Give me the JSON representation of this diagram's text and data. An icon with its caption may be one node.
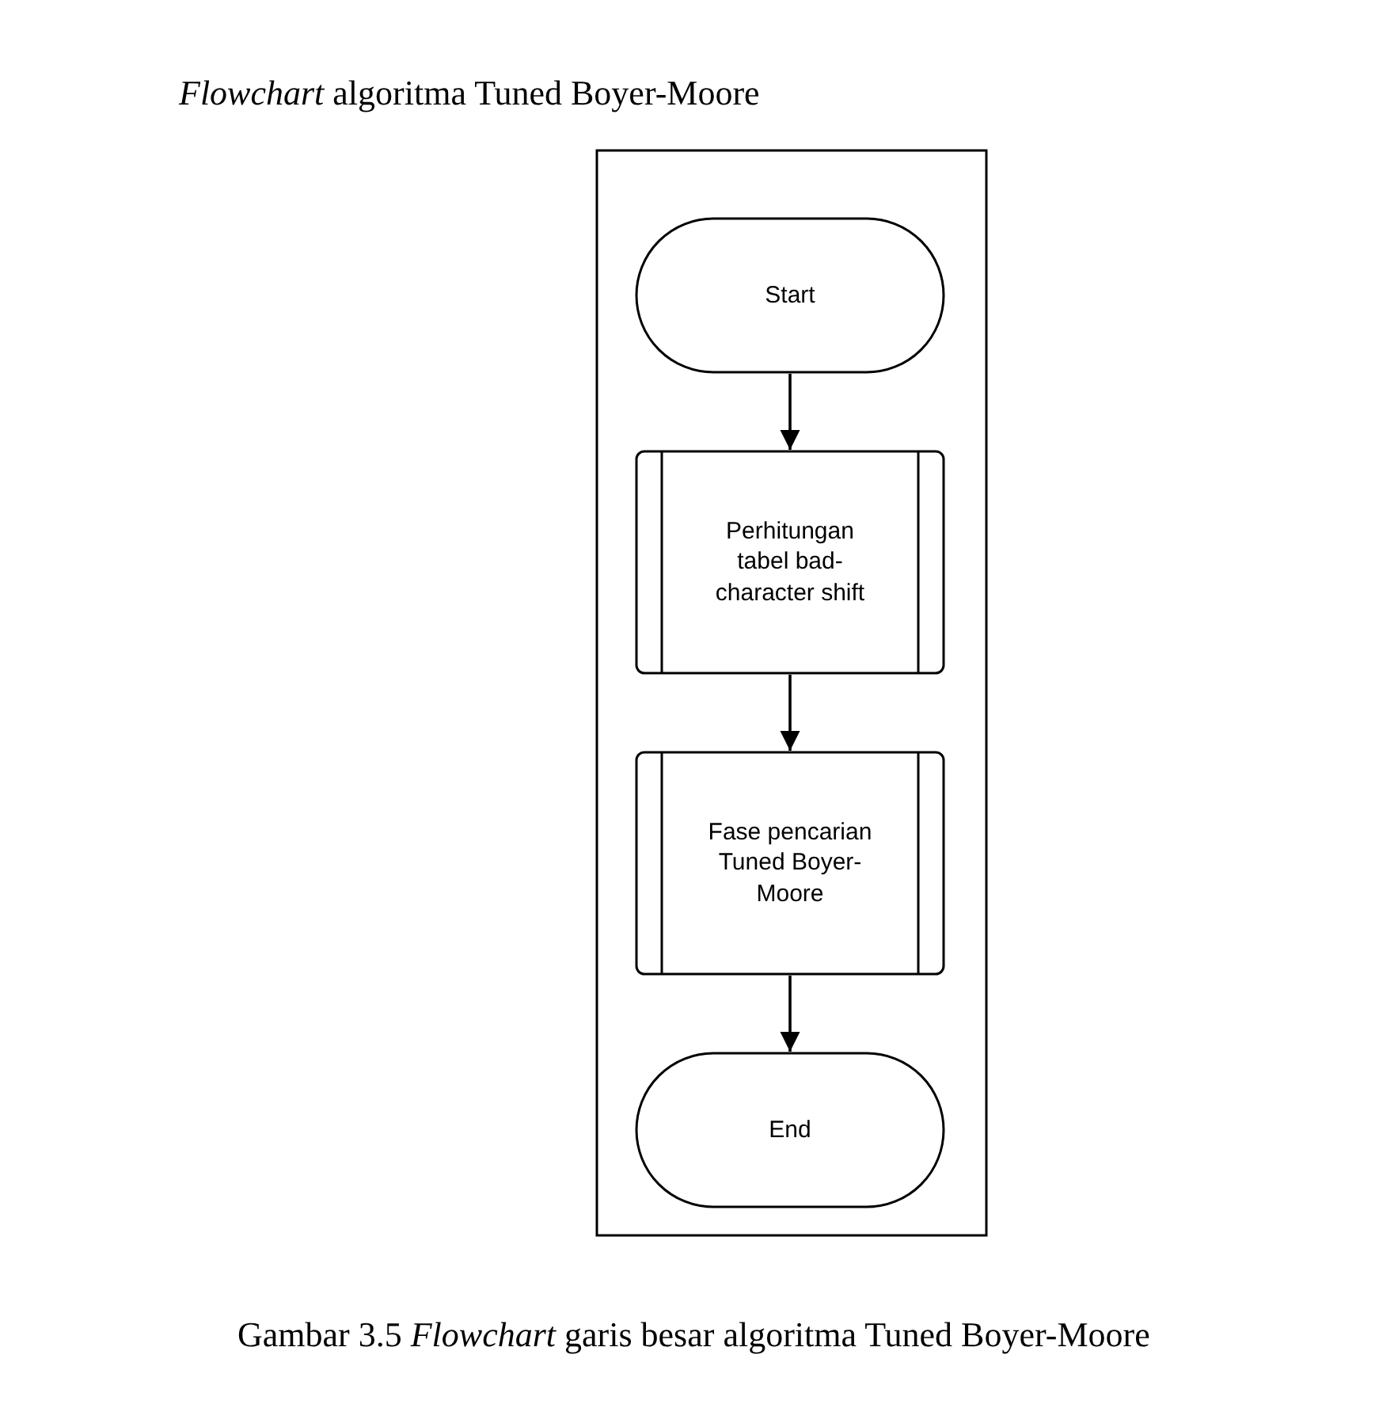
{
  "diagram": {
    "title": "*Flowchart* algoritma Tuned Boyer-Moore",
    "caption": "Gambar 3.5 *Flowchart* garis besar algoritma Tuned Boyer-Moore",
    "nodes": [
      {
        "text": [
          "Start"
        ]
      },
      {
        "text": [
          "Perhitungan tabel bad-character shift"
        ]
      },
      {
        "text": [
          "Fase pencarian Tuned Boyer-Moore"
        ]
      },
      {
        "text": [
          "End"
        ]
      }
    ],
    "edges": [
      {
        "from": 0,
        "to": 1,
        "arrow": "to"
      },
      {
        "from": 1,
        "to": 2,
        "arrow": "to"
      },
      {
        "from": 2,
        "to": 3,
        "arrow": "to"
      }
    ]
  }
}
